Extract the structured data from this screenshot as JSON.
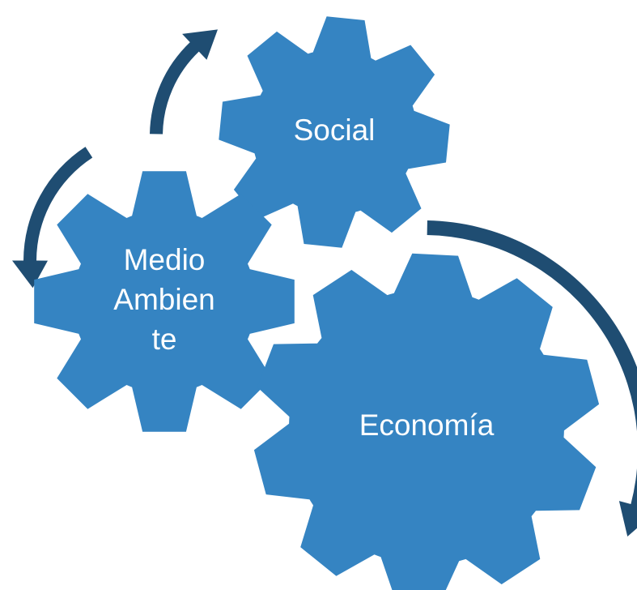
{
  "colors": {
    "gear_fill": "#3584C2",
    "arrow_fill": "#1F4D72",
    "label_text": "#FFFFFF",
    "background": "#FFFFFF"
  },
  "gears": [
    {
      "id": "social",
      "label_lines": [
        "Social"
      ]
    },
    {
      "id": "medio-ambiente",
      "label_lines": [
        "Medio",
        "Ambien",
        "te"
      ]
    },
    {
      "id": "economia",
      "label_lines": [
        "Economía"
      ]
    }
  ],
  "arrows": [
    {
      "id": "arrow-up-to-social",
      "direction": "clockwise"
    },
    {
      "id": "arrow-down-left",
      "direction": "counterclockwise"
    },
    {
      "id": "arrow-around-economia",
      "direction": "clockwise"
    }
  ]
}
